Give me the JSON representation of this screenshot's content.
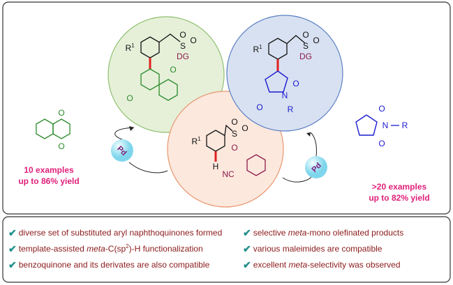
{
  "labels": {
    "r1": "R",
    "r1_sup": "1",
    "dg": "DG",
    "s": "S",
    "o": "O",
    "n": "N",
    "r": "R",
    "h": "H",
    "nc": "NC",
    "pd": "Pd"
  },
  "left_reaction": {
    "examples": "10 examples",
    "yield": "up to 86% yield"
  },
  "right_reaction": {
    "examples": ">20 examples",
    "yield": "up to 82% yield"
  },
  "bullets_left": [
    {
      "text": "diverse set of substituted aryl naphthoquinones formed"
    },
    {
      "pre": "template-assisted ",
      "em": "meta",
      "mid": "-C(sp",
      "sup": "2",
      "post": ")-H functionalization"
    },
    {
      "text": "benzoquinone and its derivates are also compatible"
    }
  ],
  "bullets_right": [
    {
      "pre": "selective ",
      "em": "meta",
      "post": "-mono olefinated products"
    },
    {
      "text": "various maleimides are compatible"
    },
    {
      "pre": "excellent ",
      "em": "meta",
      "post": "-selectivity was observed"
    }
  ],
  "colors": {
    "green": "#2a8a2a",
    "blue": "#1a1ad0",
    "maroon": "#8b1a4a",
    "pink": "#e0207a",
    "red": "#e02020",
    "check": "#1f8f8a"
  }
}
